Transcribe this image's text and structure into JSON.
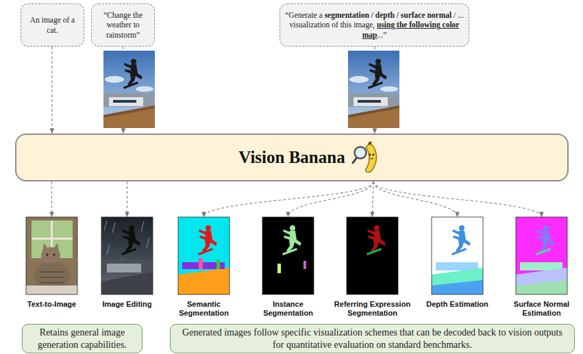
{
  "diagram": {
    "nodes": [
      {
        "text": [
          "An image of a cat."
        ]
      },
      {
        "text": [
          "“Change the weather to rainstorm”"
        ]
      },
      {
        "text": [
          "“Generate a segmentation / depth / surface normal / ... visualization of this image, using the following color map...”"
        ]
      },
      {
        "text": [
          "Vision Banana"
        ]
      },
      {
        "text": [
          "Text-to-Image"
        ]
      },
      {
        "text": [
          "Image Editing"
        ]
      },
      {
        "text": [
          "Semantic Segmentation"
        ]
      },
      {
        "text": [
          "Instance Segmentation"
        ]
      },
      {
        "text": [
          "Referring Expression Segmentation"
        ]
      },
      {
        "text": [
          "Depth Estimation"
        ]
      },
      {
        "text": [
          "Surface Normal Estimation"
        ]
      },
      {
        "text": [
          "Retains general image generation capabilities."
        ]
      },
      {
        "text": [
          "Generated images follow specific visualization schemes that can be decoded back to vision outputs for quantitative evaluation on standard benchmarks."
        ]
      }
    ],
    "edges": [
      {
        "from": 0,
        "to": 3,
        "arrow": "to"
      },
      {
        "from": 1,
        "to": 3,
        "arrow": "to"
      },
      {
        "from": 2,
        "to": 3,
        "arrow": "to"
      },
      {
        "from": 3,
        "to": 4,
        "arrow": "to"
      },
      {
        "from": 3,
        "to": 5,
        "arrow": "to"
      },
      {
        "from": 3,
        "to": 6,
        "arrow": "to"
      },
      {
        "from": 3,
        "to": 7,
        "arrow": "to"
      },
      {
        "from": 3,
        "to": 8,
        "arrow": "to"
      },
      {
        "from": 3,
        "to": 9,
        "arrow": "to"
      },
      {
        "from": 3,
        "to": 10,
        "arrow": "to"
      }
    ]
  }
}
